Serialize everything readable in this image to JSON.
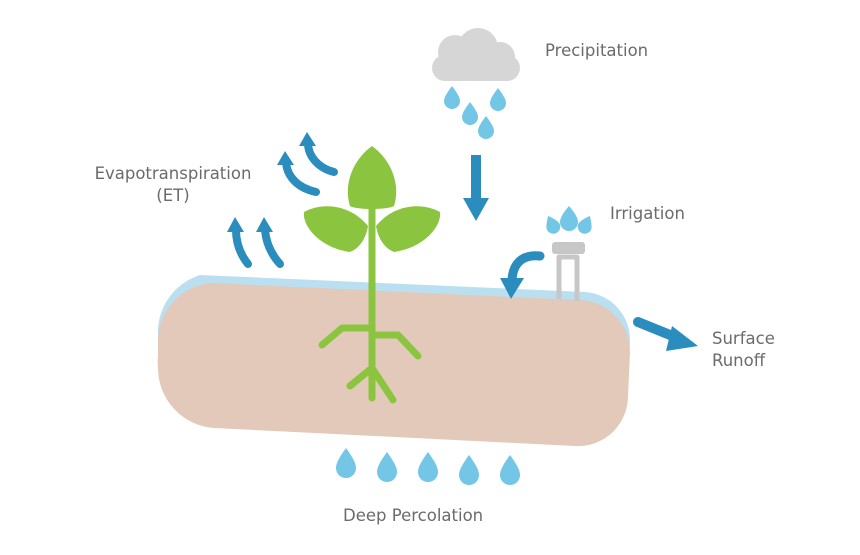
{
  "labels": {
    "precipitation": "Precipitation",
    "evapotranspiration": [
      "Evapotranspiration",
      "(ET)"
    ],
    "irrigation": "Irrigation",
    "surface_runoff": [
      "Surface",
      "Runoff"
    ],
    "deep_percolation": "Deep Percolation"
  },
  "colors": {
    "arrow_blue": "#2a8dbd",
    "drop_blue": "#74c6e6",
    "cloud_gray": "#d6d6d6",
    "soil": "#e3c9b9",
    "soil_surface": "#b9dff0",
    "plant_green": "#8bc53f",
    "pipe_gray": "#c7c7c7",
    "label_gray": "#6b6b6b"
  },
  "icons": [
    "cloud-icon",
    "raindrop-icon",
    "arrow-icon",
    "leaf-icon",
    "sprinkler-icon"
  ]
}
